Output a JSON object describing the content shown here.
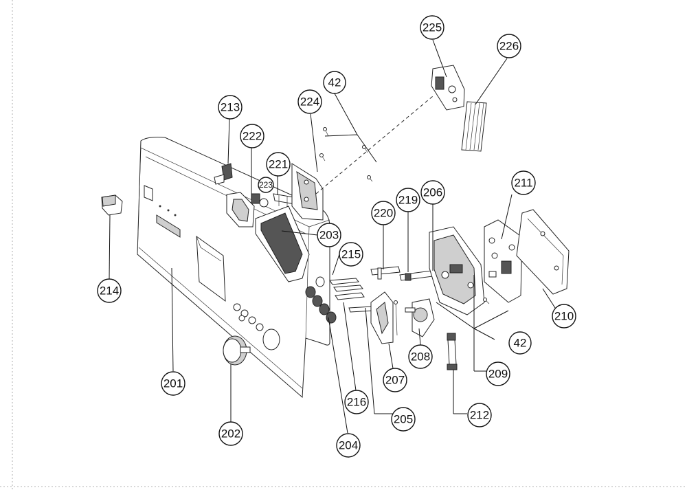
{
  "diagram": {
    "callouts": [
      {
        "id": "c225",
        "label": "225"
      },
      {
        "id": "c226",
        "label": "226"
      },
      {
        "id": "c42a",
        "label": "42"
      },
      {
        "id": "c224",
        "label": "224"
      },
      {
        "id": "c213",
        "label": "213"
      },
      {
        "id": "c222",
        "label": "222"
      },
      {
        "id": "c221",
        "label": "221"
      },
      {
        "id": "c223",
        "label": "223"
      },
      {
        "id": "c203",
        "label": "203"
      },
      {
        "id": "c211",
        "label": "211"
      },
      {
        "id": "c206",
        "label": "206"
      },
      {
        "id": "c219",
        "label": "219"
      },
      {
        "id": "c220",
        "label": "220"
      },
      {
        "id": "c215",
        "label": "215"
      },
      {
        "id": "c214",
        "label": "214"
      },
      {
        "id": "c210",
        "label": "210"
      },
      {
        "id": "c42b",
        "label": "42"
      },
      {
        "id": "c208",
        "label": "208"
      },
      {
        "id": "c209",
        "label": "209"
      },
      {
        "id": "c207",
        "label": "207"
      },
      {
        "id": "c201",
        "label": "201"
      },
      {
        "id": "c216",
        "label": "216"
      },
      {
        "id": "c212",
        "label": "212"
      },
      {
        "id": "c205",
        "label": "205"
      },
      {
        "id": "c202",
        "label": "202"
      },
      {
        "id": "c204",
        "label": "204"
      }
    ]
  }
}
